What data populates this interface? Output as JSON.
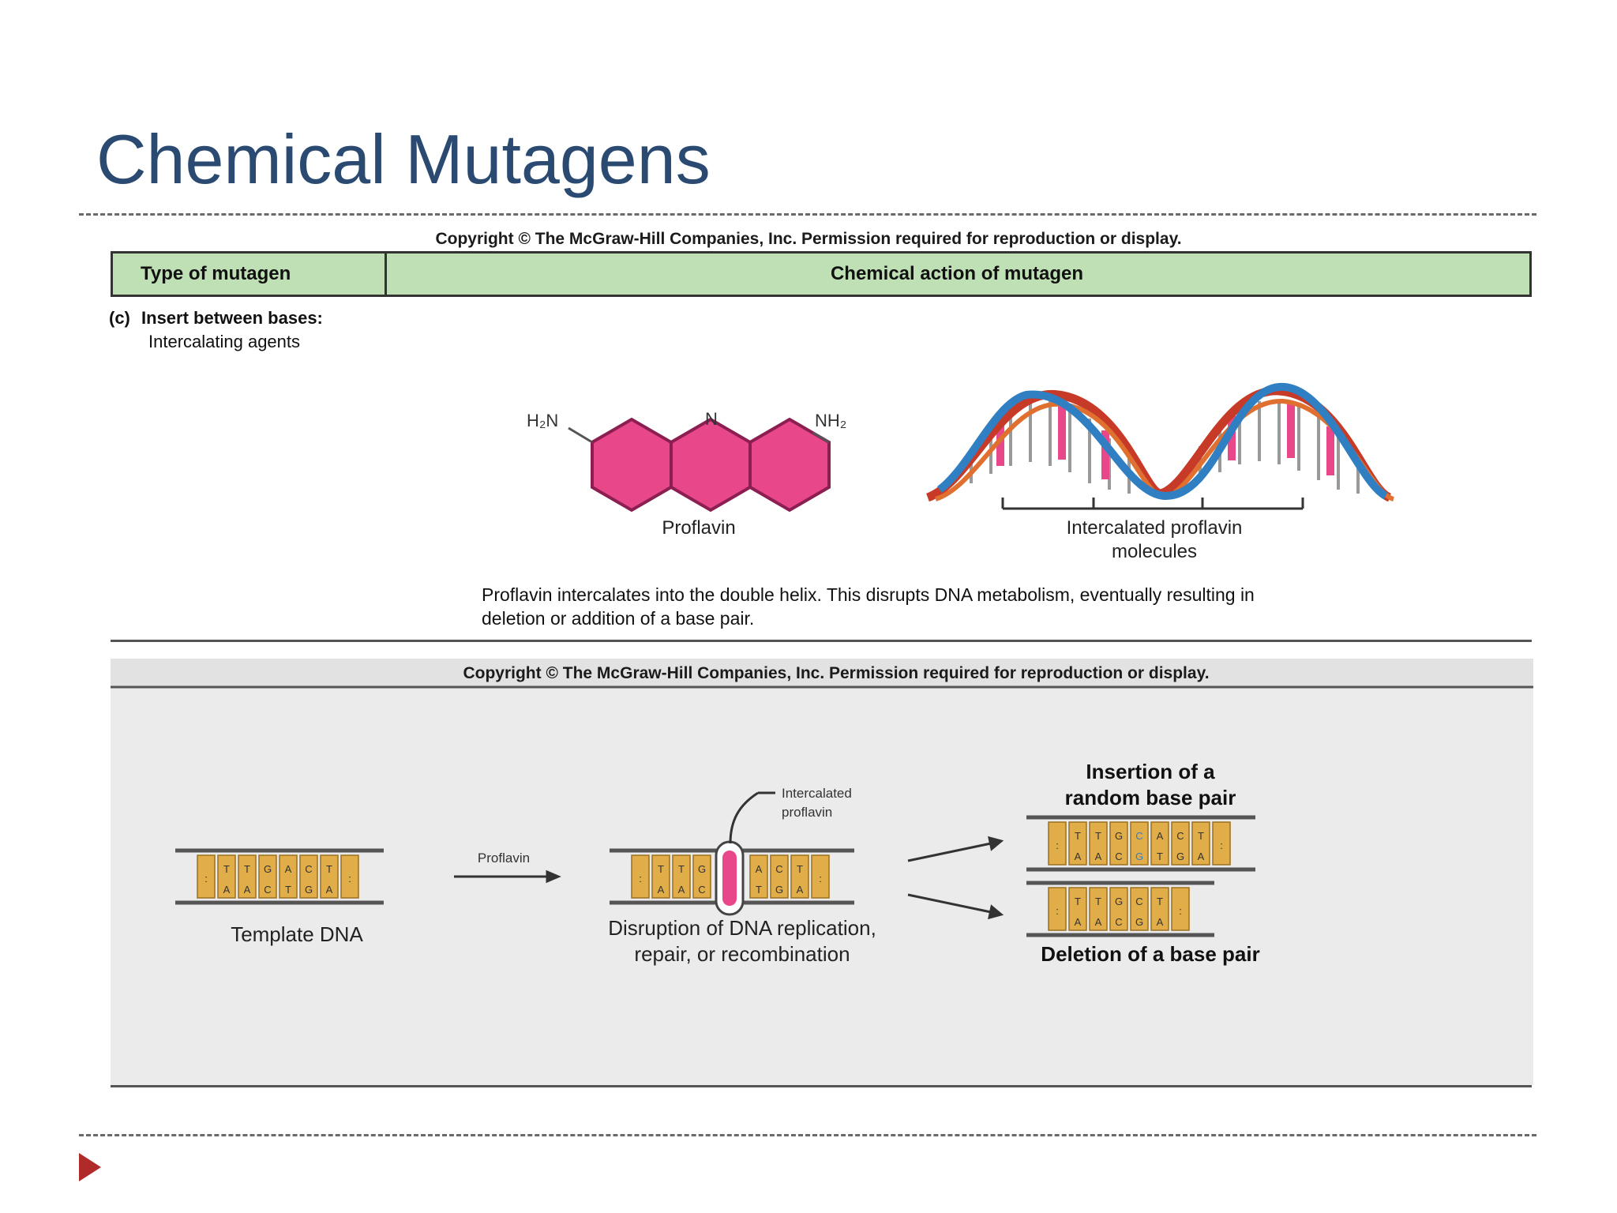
{
  "slide": {
    "title": "Chemical Mutagens"
  },
  "figure_top": {
    "copyright": "Copyright © The McGraw-Hill Companies, Inc. Permission required for reproduction or display.",
    "header_col1": "Type of mutagen",
    "header_col2": "Chemical action of mutagen",
    "section_marker": "(c)",
    "section_title": "Insert between bases:",
    "section_subtitle": "Intercalating agents",
    "proflavin_label": "Proflavin",
    "h2n": "H₂N",
    "n_atom": "N",
    "nh2": "NH₂",
    "intercalated_label_1": "Intercalated proflavin",
    "intercalated_label_2": "molecules",
    "description_1": "Proflavin intercalates into the double helix. This disrupts DNA metabolism, eventually resulting in",
    "description_2": "deletion or addition of a base pair."
  },
  "figure_bottom": {
    "copyright": "Copyright © The McGraw-Hill Companies, Inc. Permission required for reproduction or display.",
    "template_label": "Template DNA",
    "arrow_label": "Proflavin",
    "callout_1": "Intercalated",
    "callout_2": "proflavin",
    "disruption_1": "Disruption of DNA replication,",
    "disruption_2": "repair, or recombination",
    "insertion_1": "Insertion of a",
    "insertion_2": "random base pair",
    "deletion": "Deletion of a base pair",
    "template_top": [
      "T",
      "T",
      "G",
      "A",
      "C",
      "T"
    ],
    "template_bottom": [
      "A",
      "A",
      "C",
      "T",
      "G",
      "A"
    ],
    "disrupt_top": [
      "T",
      "T",
      "G",
      "A",
      "C",
      "T"
    ],
    "disrupt_bottom": [
      "A",
      "A",
      "C",
      "T",
      "G",
      "A"
    ],
    "insert_top": [
      "T",
      "T",
      "G",
      "C",
      "A",
      "C",
      "T"
    ],
    "insert_bottom": [
      "A",
      "A",
      "C",
      "G",
      "T",
      "G",
      "A"
    ],
    "delete_top": [
      "T",
      "T",
      "G",
      "C",
      "T"
    ],
    "delete_bottom": [
      "A",
      "A",
      "C",
      "G",
      "A"
    ]
  },
  "colors": {
    "title": "#2a4a72",
    "header_fill": "#bfdfb4",
    "base_fill": "#e0ad48",
    "proflavin": "#e8478a",
    "strand_red": "#c83a28",
    "strand_blue": "#2f7fc2",
    "play_icon": "#b02a2a"
  }
}
